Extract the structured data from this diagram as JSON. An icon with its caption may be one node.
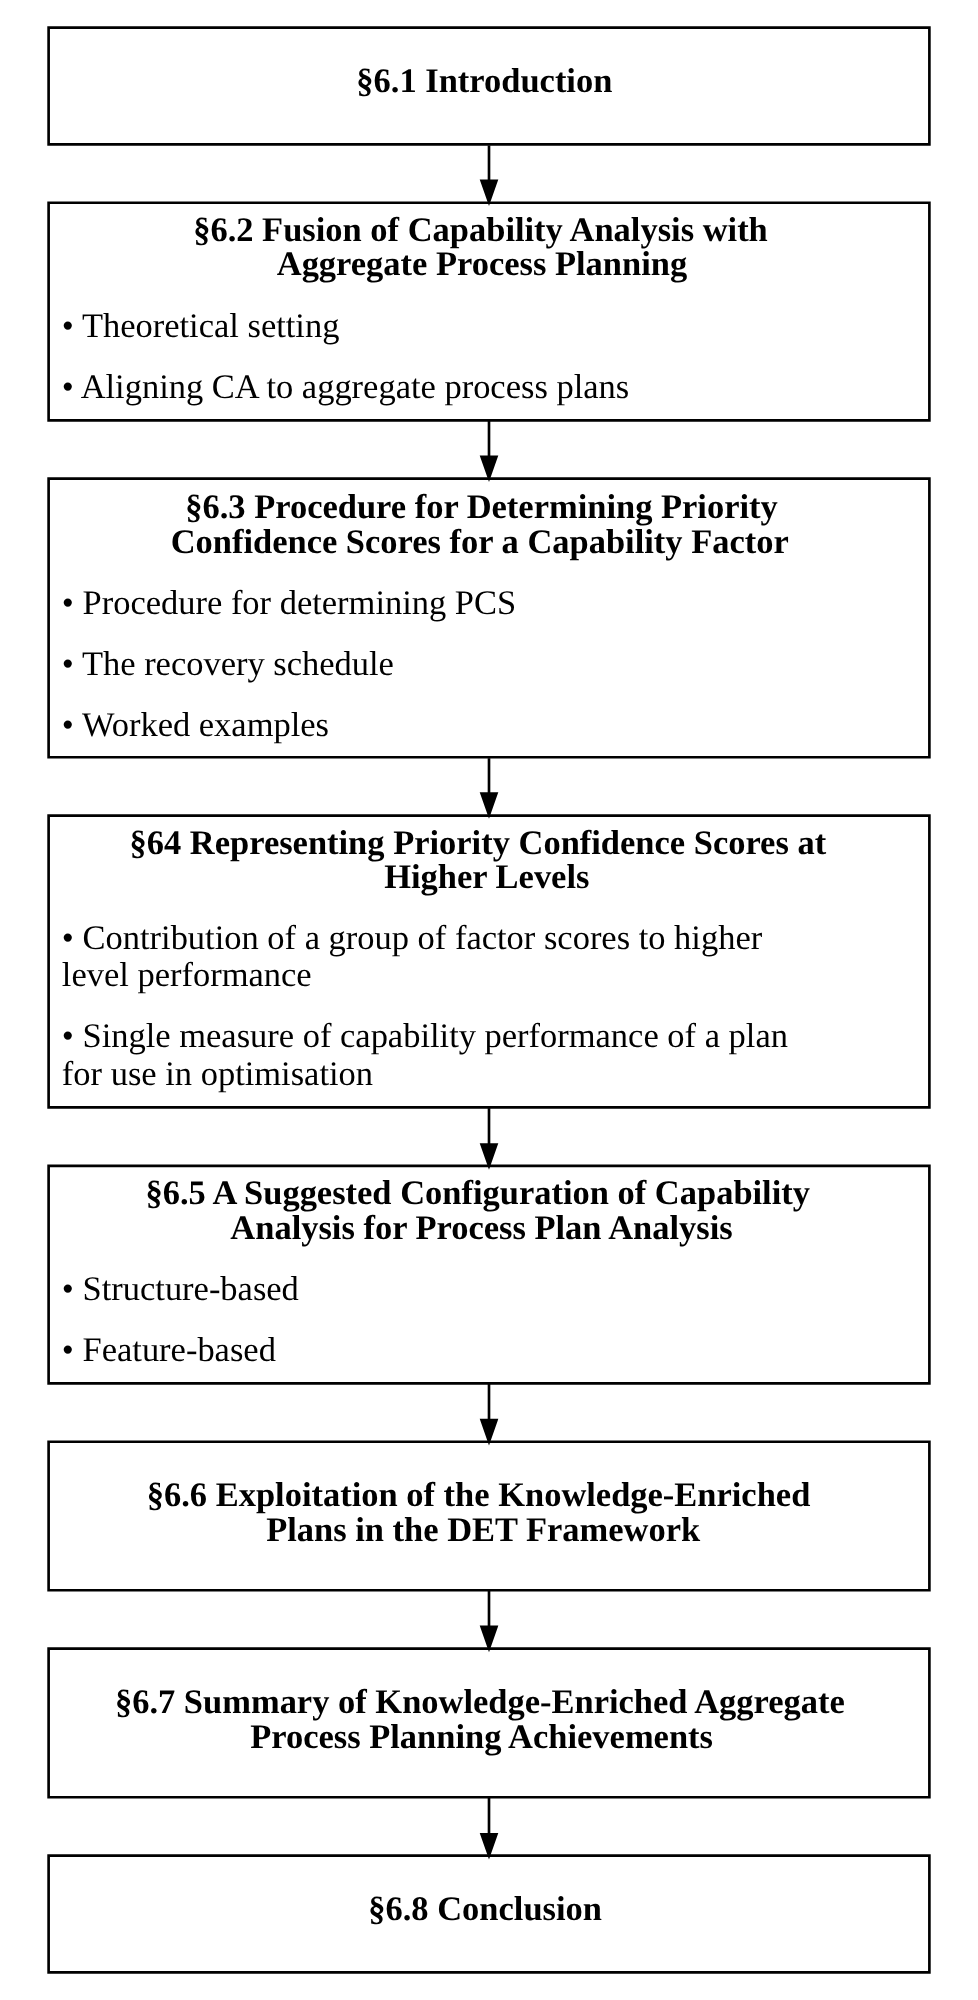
{
  "diagram": {
    "nodes": [
      {
        "text": [
          "§6.1 Introduction"
        ]
      },
      {
        "text": [
          "§6.2 Fusion of Capability Analysis with Aggregate Process Planning",
          "• Theoretical setting",
          "• Aligning CA to aggregate process plans"
        ]
      },
      {
        "text": [
          "§6.3 Procedure for Determining Priority Confidence Scores for a Capability Factor",
          "• Procedure for determining PCS",
          "• The recovery schedule",
          "• Worked examples"
        ]
      },
      {
        "text": [
          "§64 Representing Priority Confidence Scores at Higher Levels",
          "• Contribution of a group of factor scores to higher level performance",
          "• Single measure of capability performance of a plan for use in optimisation"
        ]
      },
      {
        "text": [
          "§6.5 A Suggested Configuration of Capability Analysis for Process Plan Analysis",
          "• Structure-based",
          "• Feature-based"
        ]
      },
      {
        "text": [
          "§6.6 Exploitation of the Knowledge-Enriched Plans in the DET Framework"
        ]
      },
      {
        "text": [
          "§6.7 Summary of Knowledge-Enriched Aggregate Process Planning Achievements"
        ]
      },
      {
        "text": [
          "§6.8 Conclusion"
        ]
      }
    ],
    "edges": [
      {
        "from": 0,
        "to": 1,
        "arrow": "to"
      },
      {
        "from": 1,
        "to": 2,
        "arrow": "to"
      },
      {
        "from": 2,
        "to": 3,
        "arrow": "to"
      },
      {
        "from": 3,
        "to": 4,
        "arrow": "to"
      },
      {
        "from": 4,
        "to": 5,
        "arrow": "to"
      },
      {
        "from": 5,
        "to": 6,
        "arrow": "to"
      },
      {
        "from": 6,
        "to": 7,
        "arrow": "to"
      }
    ]
  }
}
